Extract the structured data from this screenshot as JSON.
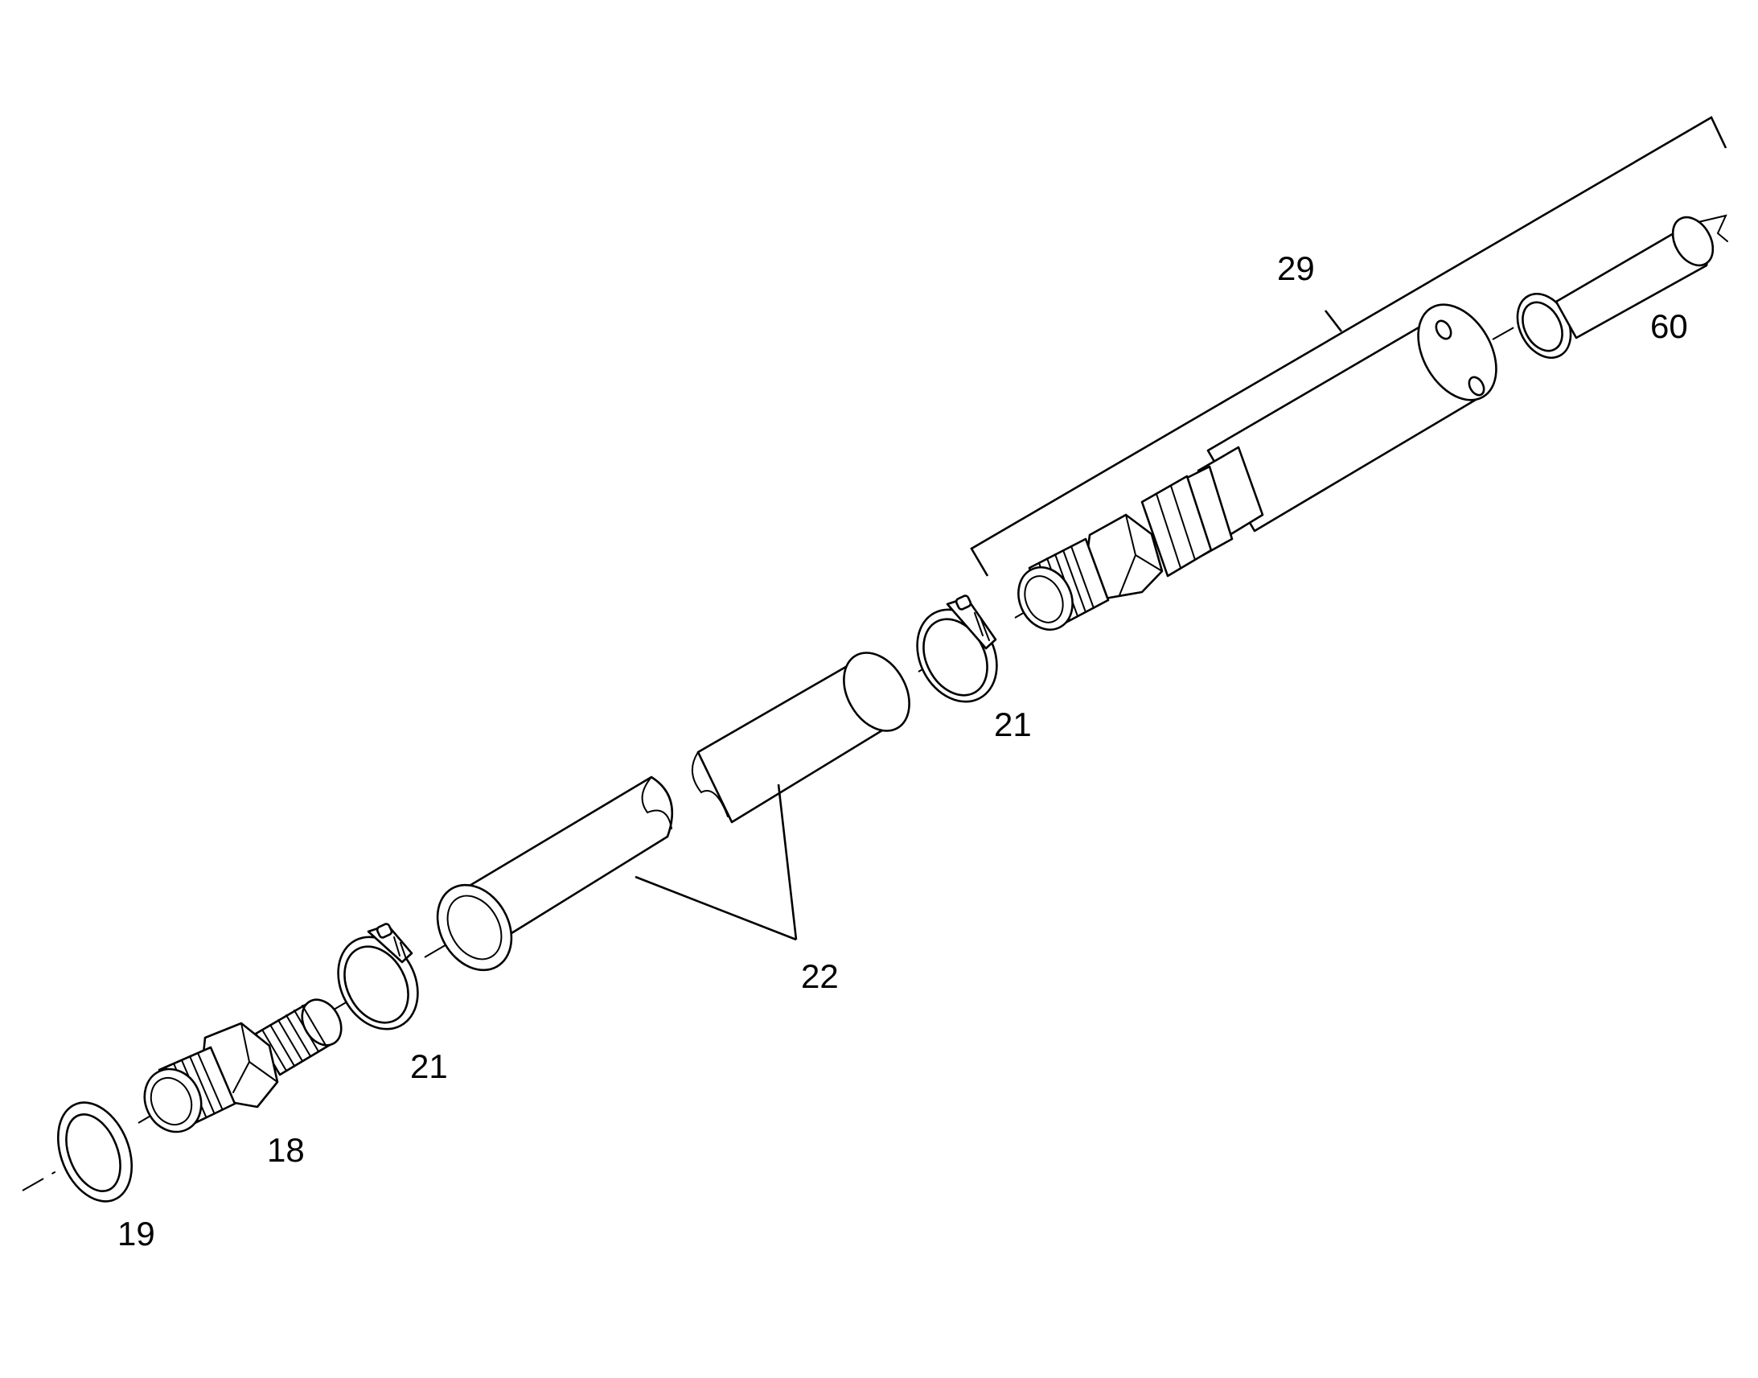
{
  "figure": {
    "callouts": {
      "c60": "60",
      "c29": "29",
      "c21_upper": "21",
      "c22": "22",
      "c21_lower": "21",
      "c18": "18",
      "c19": "19"
    }
  }
}
